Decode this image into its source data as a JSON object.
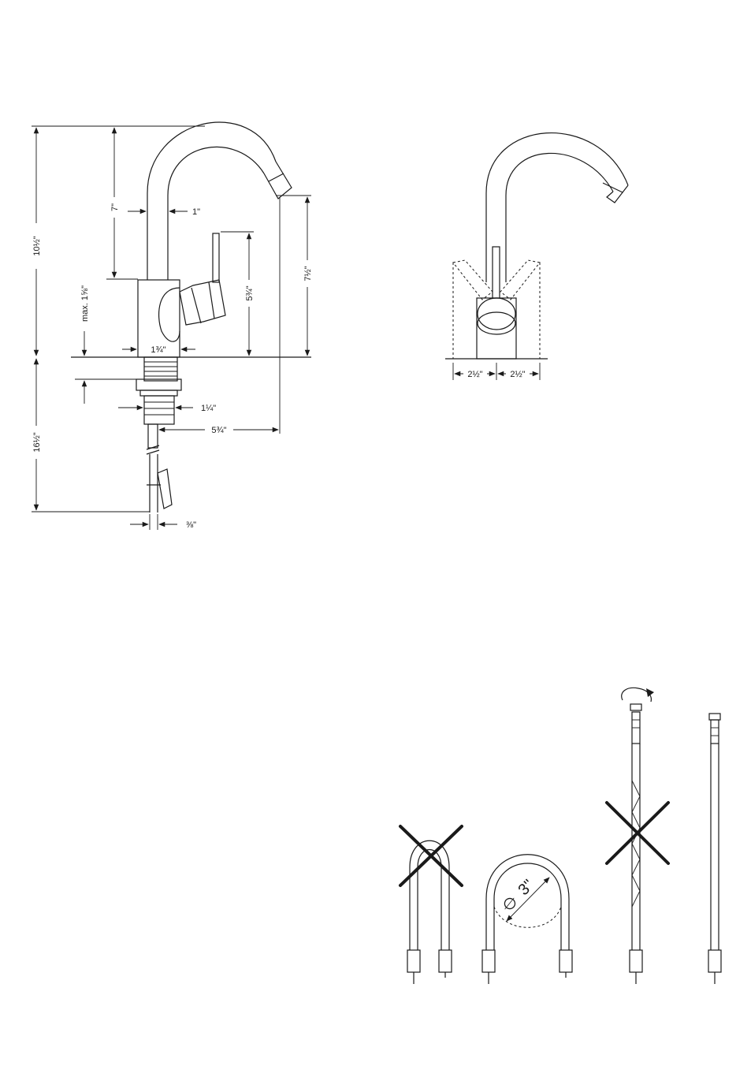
{
  "side_view": {
    "height_total": "10½\"",
    "height_spout": "7\"",
    "spout_diameter": "1\"",
    "max_deck": "max. 1⅝\"",
    "lever_height": "5¾\"",
    "outlet_height": "7½\"",
    "body_width": "1¾\"",
    "shank_width": "1¼\"",
    "reach": "5¾\"",
    "below_deck": "16½\"",
    "hose_width": "⅜\""
  },
  "front_view": {
    "rotation_left": "2½\"",
    "rotation_right": "2½\""
  },
  "hose_instructions": {
    "bend_diameter": "3\"",
    "diameter_symbol": "∅"
  }
}
